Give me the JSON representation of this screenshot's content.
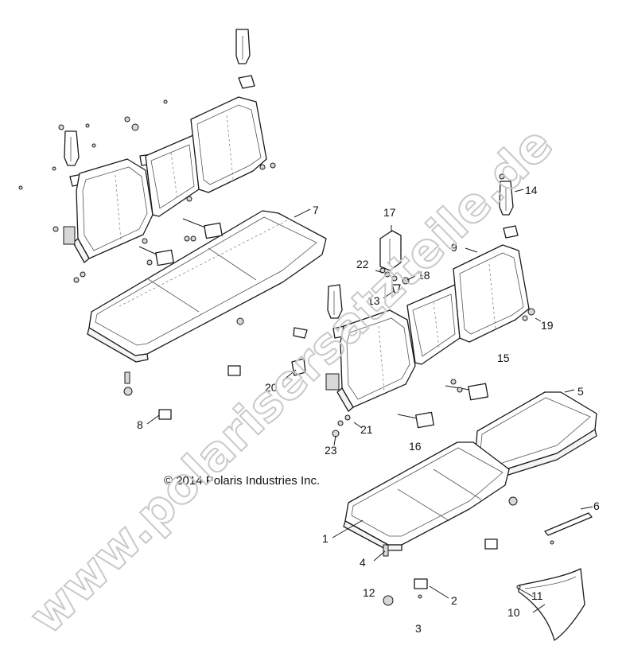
{
  "copyright": "© 2014 Polaris Industries Inc.",
  "watermark": "www.polarisersatzteile.de",
  "callouts": {
    "c1": "1",
    "c2": "2",
    "c3": "3",
    "c4": "4",
    "c5": "5",
    "c6": "6",
    "c7": "7",
    "c8": "8",
    "c9": "9",
    "c10": "10",
    "c11": "11",
    "c12": "12",
    "c13": "13",
    "c14": "14",
    "c15": "15",
    "c16": "16",
    "c17": "17",
    "c18": "18",
    "c19": "19",
    "c20": "20",
    "c21": "21",
    "c22": "22",
    "c23": "23"
  }
}
